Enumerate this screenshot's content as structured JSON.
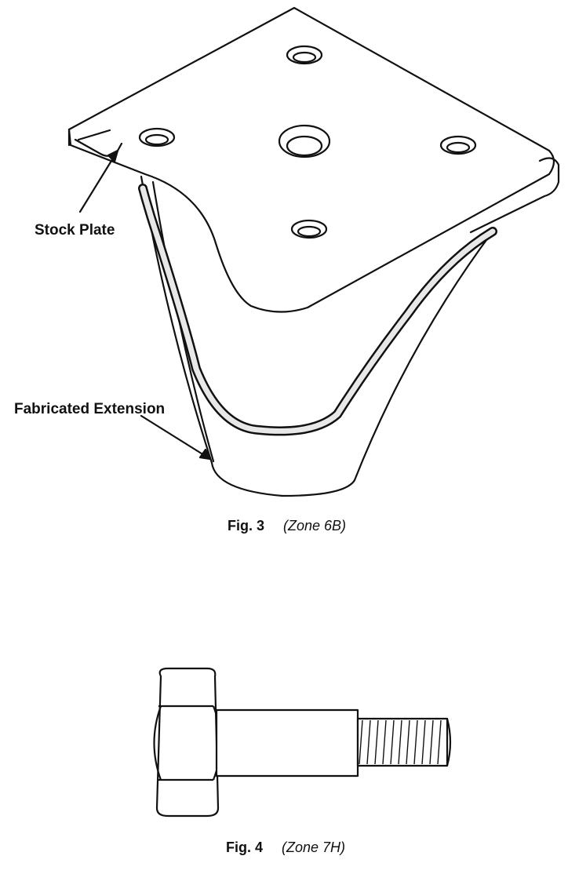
{
  "figure3": {
    "label_stock_plate": "Stock Plate",
    "label_fabricated_extension": "Fabricated Extension",
    "caption_fig": "Fig. 3",
    "caption_zone": "(Zone 6B)"
  },
  "figure4": {
    "caption_fig": "Fig. 4",
    "caption_zone": "(Zone 7H)"
  },
  "colors": {
    "line": "#111111",
    "paper": "#ffffff",
    "weld": "#e8e8e8"
  },
  "icons": [
    "bracket-illustration",
    "bolt-illustration"
  ]
}
